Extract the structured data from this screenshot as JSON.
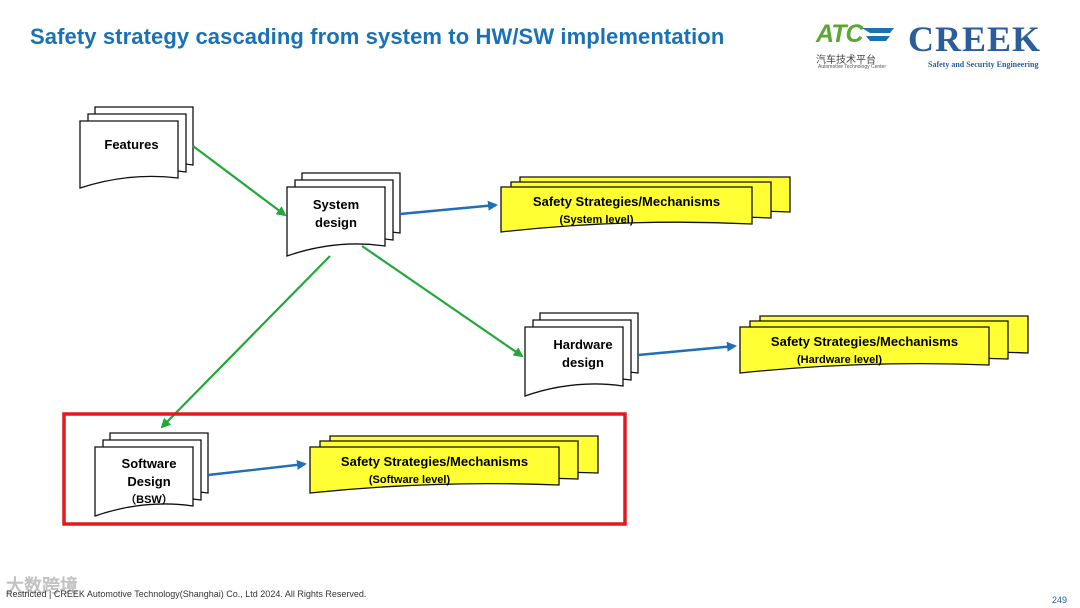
{
  "header": {
    "title": "Safety strategy cascading from system to HW/SW implementation"
  },
  "logos": {
    "atc": {
      "mark": "ATC",
      "cn": "汽车技术平台",
      "en": "Automotive Technology Center"
    },
    "creek": {
      "mark": "CREEK",
      "sub": "Safety and Security Engineering"
    }
  },
  "nodes": {
    "features": {
      "label": "Features"
    },
    "system_design": {
      "line1": "System",
      "line2": "design"
    },
    "hardware_design": {
      "line1": "Hardware",
      "line2": "design"
    },
    "software_design": {
      "line1": "Software",
      "line2": "Design",
      "line3": "（BSW）"
    }
  },
  "strategies": {
    "system": {
      "title": "Safety Strategies/Mechanisms",
      "level": "(System level)"
    },
    "hardware": {
      "title": "Safety Strategies/Mechanisms",
      "level": "(Hardware level)"
    },
    "software": {
      "title": "Safety Strategies/Mechanisms",
      "level": "(Software level)"
    }
  },
  "colors": {
    "title": "#1a72b5",
    "strategy_fill": "#ffff33",
    "green_arrow": "#22a83a",
    "blue_arrow": "#1f6fb8",
    "highlight_border": "#e01b1b"
  },
  "footer": {
    "copyright": "Restricted | CREEK Automotive Technology(Shanghai) Co., Ltd 2024. All Rights Reserved.",
    "watermark": "大数跨境",
    "page": "249"
  }
}
